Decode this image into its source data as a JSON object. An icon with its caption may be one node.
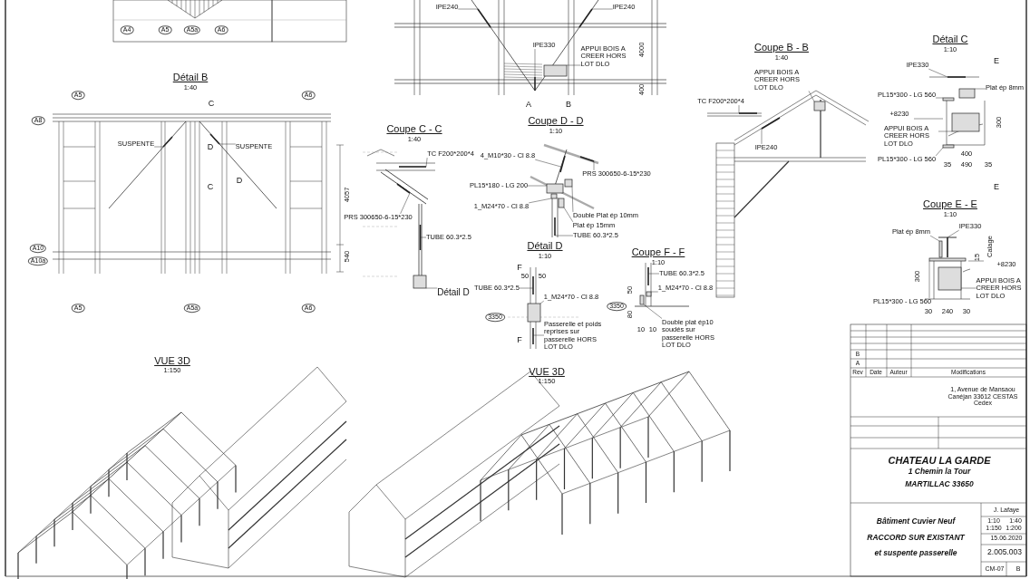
{
  "diagram": {
    "nodes": [
      {
        "text": [
          "IPE240"
        ]
      },
      {
        "text": [
          "IPE240"
        ]
      },
      {
        "text": [
          "IPE330"
        ]
      },
      {
        "text": [
          "APPUI BOIS A CREER HORS LOT DLO"
        ]
      },
      {
        "text": [
          "SUSPENTE"
        ]
      },
      {
        "text": [
          "SUSPENTE"
        ]
      },
      {
        "text": [
          "TC F200*200*4"
        ]
      },
      {
        "text": [
          "PRS 300650-6-15*230"
        ]
      },
      {
        "text": [
          "TUBE 60.3*2.5"
        ]
      },
      {
        "text": [
          "Détail D"
        ]
      },
      {
        "text": [
          "4_M10*30 - Cl 8.8"
        ]
      },
      {
        "text": [
          "PRS 300650-6-15*230"
        ]
      },
      {
        "text": [
          "PL15*180 - LG 200"
        ]
      },
      {
        "text": [
          "1_M24*70 - Cl 8.8"
        ]
      },
      {
        "text": [
          "Double Plat ép 10mm"
        ]
      },
      {
        "text": [
          "Plat ép 15mm"
        ]
      },
      {
        "text": [
          "TUBE 60.3*2.5"
        ]
      },
      {
        "text": [
          "TUBE 60.3*2.5"
        ]
      },
      {
        "text": [
          "1_M24*70 - Cl 8.8"
        ]
      },
      {
        "text": [
          "Passerelle et poids reprises sur passerelle HORS LOT DLO"
        ]
      },
      {
        "text": [
          "TUBE 60.3*2.5"
        ]
      },
      {
        "text": [
          "1_M24*70 - Cl 8.8"
        ]
      },
      {
        "text": [
          "Double plat ép10 soudés sur passerelle HORS LOT DLO"
        ]
      },
      {
        "text": [
          "TC F200*200*4"
        ]
      },
      {
        "text": [
          "IPE240"
        ]
      },
      {
        "text": [
          "APPUI BOIS A CREER HORS LOT DLO"
        ]
      },
      {
        "text": [
          "IPE330"
        ]
      },
      {
        "text": [
          "Plat ép 8mm"
        ]
      },
      {
        "text": [
          "PL15*300 - LG 560"
        ]
      },
      {
        "text": [
          "APPUI BOIS A CREER HORS LOT DLO"
        ]
      },
      {
        "text": [
          "PL15*300 - LG 560"
        ]
      },
      {
        "text": [
          "IPE330"
        ]
      },
      {
        "text": [
          "Plat ép 8mm"
        ]
      },
      {
        "text": [
          "APPUI BOIS A CREER HORS LOT DLO"
        ]
      },
      {
        "text": [
          "PL15*300 - LG 560"
        ]
      },
      {
        "text": [],
        "shape": "bar"
      },
      {
        "text": [],
        "shape": "bar"
      },
      {
        "text": [],
        "shape": "bar"
      },
      {
        "text": [],
        "shape": "box"
      },
      {
        "text": [],
        "shape": "bar"
      },
      {
        "text": [],
        "shape": "bar"
      },
      {
        "text": [],
        "shape": "bar"
      },
      {
        "text": [],
        "shape": "bar"
      },
      {
        "text": [],
        "shape": "bar"
      },
      {
        "text": [],
        "shape": "box"
      },
      {
        "text": [],
        "shape": "bar"
      },
      {
        "text": [],
        "shape": "bar"
      },
      {
        "text": [],
        "shape": "box"
      },
      {
        "text": [],
        "shape": "box"
      },
      {
        "text": [],
        "shape": "box"
      },
      {
        "text": [],
        "shape": "box"
      },
      {
        "text": [],
        "shape": "bar"
      },
      {
        "text": [],
        "shape": "bar"
      },
      {
        "text": [],
        "shape": "box"
      },
      {
        "text": [],
        "shape": "bar"
      },
      {
        "text": [],
        "shape": "bar"
      },
      {
        "text": [],
        "shape": "box"
      },
      {
        "text": [],
        "shape": "box"
      },
      {
        "text": [],
        "shape": "bar"
      },
      {
        "text": [],
        "shape": "bar"
      },
      {
        "text": [],
        "shape": "box"
      },
      {
        "text": [],
        "shape": "bar"
      },
      {
        "text": [],
        "shape": "box"
      },
      {
        "text": [],
        "shape": "box"
      },
      {
        "text": [],
        "shape": "box"
      },
      {
        "text": [],
        "shape": "box"
      },
      {
        "text": [],
        "shape": "bar"
      },
      {
        "text": [],
        "shape": "box"
      },
      {
        "text": [],
        "shape": "box"
      },
      {
        "text": [],
        "shape": "box"
      }
    ],
    "edges": [
      {
        "from": 0,
        "to": 35,
        "arrow": "none"
      },
      {
        "from": 1,
        "to": 36,
        "arrow": "none"
      },
      {
        "from": 2,
        "to": 37,
        "arrow": "none"
      },
      {
        "from": 3,
        "to": 38,
        "arrow": "none"
      },
      {
        "from": 4,
        "to": 39,
        "arrow": "none"
      },
      {
        "from": 5,
        "to": 40,
        "arrow": "none"
      },
      {
        "from": 6,
        "to": 41,
        "arrow": "none"
      },
      {
        "from": 7,
        "to": 42,
        "arrow": "none"
      },
      {
        "from": 8,
        "to": 43,
        "arrow": "none"
      },
      {
        "from": 9,
        "to": 44,
        "arrow": "none"
      },
      {
        "from": 10,
        "to": 45,
        "arrow": "none"
      },
      {
        "from": 11,
        "to": 46,
        "arrow": "none"
      },
      {
        "from": 12,
        "to": 47,
        "arrow": "none"
      },
      {
        "from": 13,
        "to": 48,
        "arrow": "none"
      },
      {
        "from": 14,
        "to": 49,
        "arrow": "none"
      },
      {
        "from": 15,
        "to": 50,
        "arrow": "none"
      },
      {
        "from": 16,
        "to": 51,
        "arrow": "none"
      },
      {
        "from": 17,
        "to": 52,
        "arrow": "none"
      },
      {
        "from": 18,
        "to": 53,
        "arrow": "none"
      },
      {
        "from": 19,
        "to": 54,
        "arrow": "none"
      },
      {
        "from": 20,
        "to": 55,
        "arrow": "none"
      },
      {
        "from": 21,
        "to": 56,
        "arrow": "none"
      },
      {
        "from": 22,
        "to": 57,
        "arrow": "none"
      },
      {
        "from": 23,
        "to": 58,
        "arrow": "none"
      },
      {
        "from": 24,
        "to": 59,
        "arrow": "none"
      },
      {
        "from": 25,
        "to": 60,
        "arrow": "none"
      },
      {
        "from": 26,
        "to": 61,
        "arrow": "none"
      },
      {
        "from": 27,
        "to": 62,
        "arrow": "none"
      },
      {
        "from": 28,
        "to": 63,
        "arrow": "none"
      },
      {
        "from": 29,
        "to": 64,
        "arrow": "none"
      },
      {
        "from": 30,
        "to": 65,
        "arrow": "none"
      },
      {
        "from": 31,
        "to": 66,
        "arrow": "none"
      },
      {
        "from": 32,
        "to": 67,
        "arrow": "none"
      },
      {
        "from": 33,
        "to": 68,
        "arrow": "none"
      },
      {
        "from": 34,
        "to": 69,
        "arrow": "none"
      }
    ],
    "labels": [
      "A4",
      "A5",
      "A5a",
      "A6",
      "4000",
      "400",
      "A",
      "B",
      "Détail B",
      "1:40",
      "C",
      "Coupe B - B",
      "1:40",
      "Détail C",
      "1:10",
      "E",
      "A5",
      "A6",
      "A8",
      "Coupe C - C",
      "1:40",
      "Coupe D - D",
      "1:10",
      "D",
      "+8230",
      "300",
      "400",
      "35",
      "490",
      "35",
      "D",
      "C",
      "E",
      "Coupe E - E",
      "1:10",
      "4057",
      "Calage",
      "15",
      "+8230",
      "540",
      "A10",
      "A10a",
      "Détail D",
      "1:10",
      "Coupe F - F",
      "1:10",
      "F",
      "50",
      "50",
      "300",
      "50",
      "3350",
      "80",
      "30",
      "240",
      "30",
      "A5",
      "A5a",
      "A6",
      "3350",
      "10",
      "10",
      "F",
      "VUE 3D",
      "1:150",
      "VUE 3D",
      "1:150",
      "B",
      "A",
      "Rev",
      "Date",
      "Auteur",
      "Modifications",
      "1, Avenue de Mansaou Canéjan 33612 CESTAS Cedex",
      "CHATEAU LA GARDE",
      "1 Chemin la Tour",
      "MARTILLAC 33650",
      "Bâtiment Cuvier Neuf",
      "RACCORD SUR EXISTANT",
      "et suspente passerelle",
      "J. Lafaye",
      "1:10",
      "1:40",
      "1:150",
      "1:200",
      "15.06.2020",
      "2.005.003",
      "CM-07",
      "B"
    ]
  }
}
